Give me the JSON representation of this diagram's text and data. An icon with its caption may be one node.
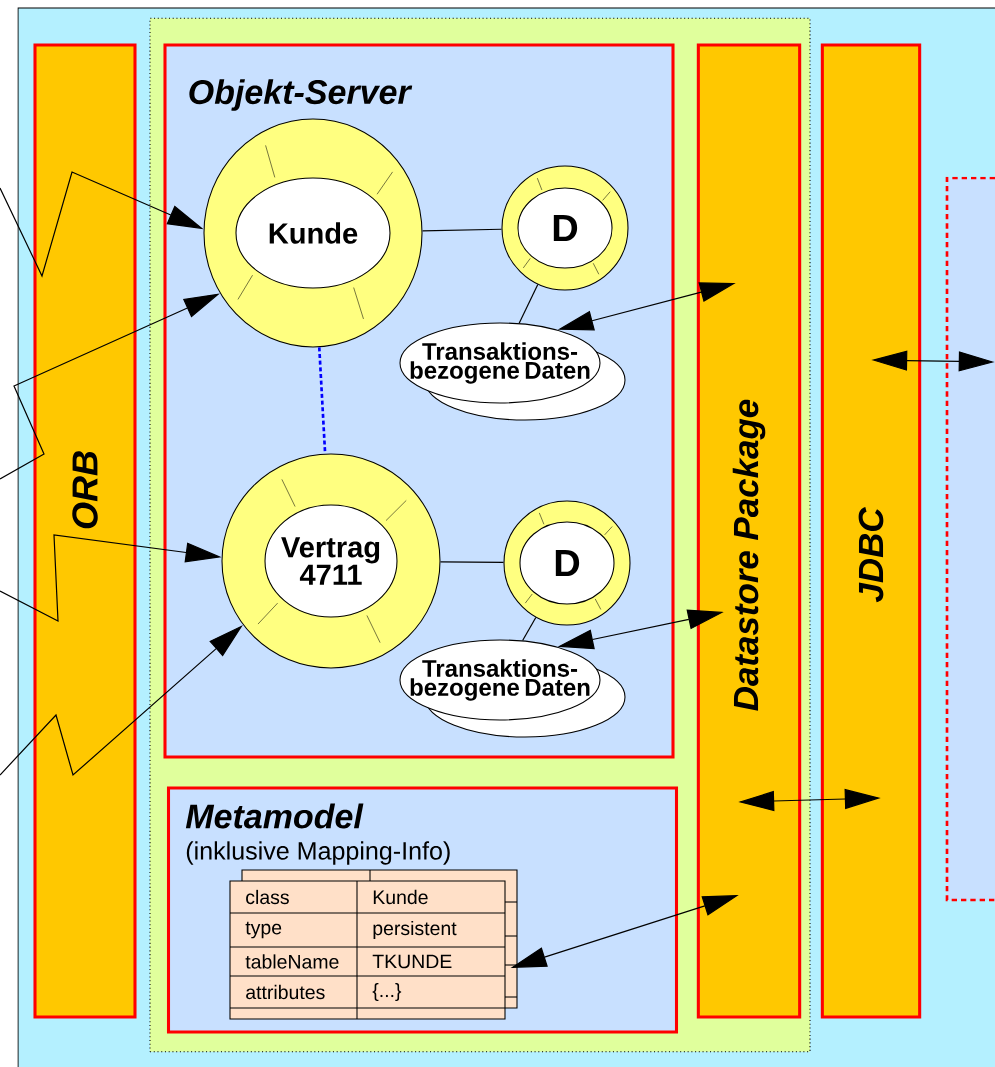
{
  "diagram": {
    "nodes": [
      {
        "text": [
          "ORB"
        ]
      },
      {
        "text": [],
        "shape": "box"
      },
      {
        "text": [
          "Objekt-Server"
        ],
        "in": 1
      },
      {
        "text": [
          "Kunde"
        ],
        "in": 2
      },
      {
        "text": [
          "D"
        ],
        "in": 2
      },
      {
        "text": [
          "Transaktions- bezogene Daten"
        ],
        "in": 2
      },
      {
        "text": [
          "Vertrag 4711"
        ],
        "in": 2
      },
      {
        "text": [
          "D"
        ],
        "in": 2
      },
      {
        "text": [
          "Transaktions- bezogene Daten"
        ],
        "in": 2
      },
      {
        "text": [
          "Metamodel",
          "(inklusive Mapping-Info)"
        ],
        "in": 1
      },
      {
        "text": [
          "class",
          "Kunde",
          "type",
          "persistent",
          "tableName",
          "TKUNDE",
          "attributes",
          "{...}"
        ],
        "in": 9
      },
      {
        "text": [
          "Datastore Package"
        ],
        "in": 1
      },
      {
        "text": [
          "JDBC"
        ]
      },
      {
        "text": [],
        "shape": "box"
      }
    ],
    "edges": [
      {
        "from": null,
        "to": 3,
        "arrow": "to"
      },
      {
        "from": null,
        "to": 3,
        "arrow": "to"
      },
      {
        "from": null,
        "to": 6,
        "arrow": "to"
      },
      {
        "from": null,
        "to": 6,
        "arrow": "to"
      },
      {
        "from": 3,
        "to": 4,
        "arrow": "none"
      },
      {
        "from": 4,
        "to": 5,
        "arrow": "none"
      },
      {
        "from": 3,
        "to": 6,
        "arrow": "none",
        "style": "dashed",
        "color": "#0000ff"
      },
      {
        "from": 6,
        "to": 7,
        "arrow": "none"
      },
      {
        "from": 7,
        "to": 8,
        "arrow": "none"
      },
      {
        "from": 5,
        "to": 11,
        "arrow": "both"
      },
      {
        "from": 8,
        "to": 11,
        "arrow": "both"
      },
      {
        "from": 10,
        "to": 11,
        "arrow": "both"
      },
      {
        "from": 11,
        "to": 12,
        "arrow": "both"
      },
      {
        "from": 12,
        "to": 13,
        "arrow": "both"
      }
    ]
  }
}
